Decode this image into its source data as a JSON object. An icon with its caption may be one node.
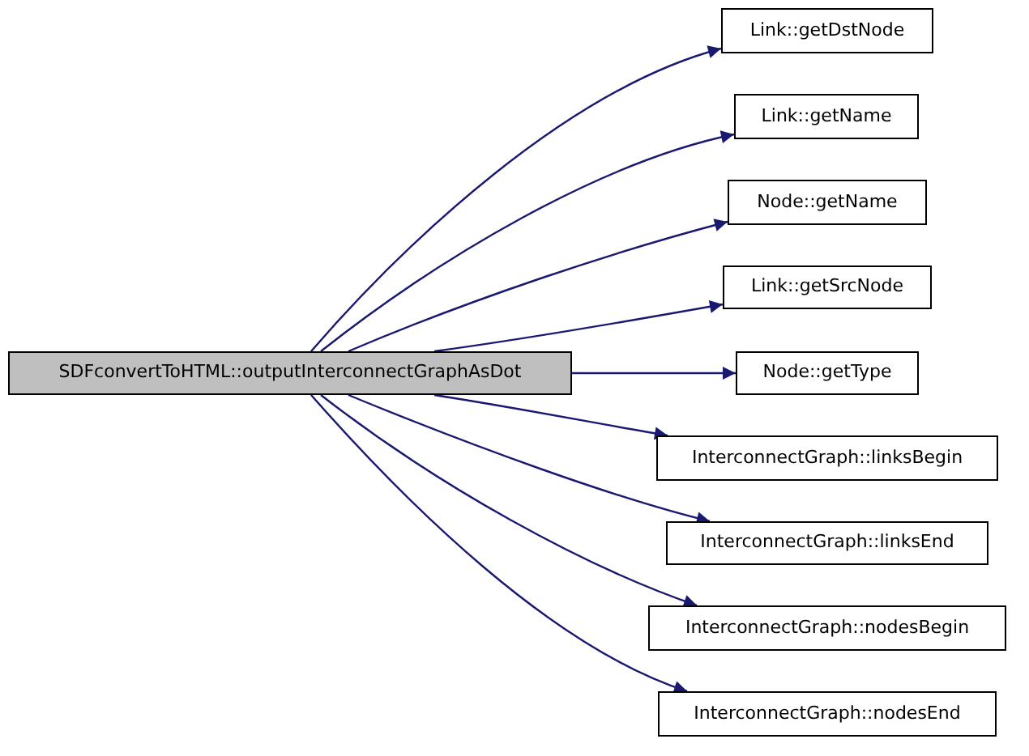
{
  "diagram": {
    "nodes": [
      {
        "text": [
          "SDFconvertToHTML::outputInterconnectGraphAsDot"
        ]
      },
      {
        "text": [
          "Link::getDstNode"
        ]
      },
      {
        "text": [
          "Link::getName"
        ]
      },
      {
        "text": [
          "Node::getName"
        ]
      },
      {
        "text": [
          "Link::getSrcNode"
        ]
      },
      {
        "text": [
          "Node::getType"
        ]
      },
      {
        "text": [
          "InterconnectGraph::linksBegin"
        ]
      },
      {
        "text": [
          "InterconnectGraph::linksEnd"
        ]
      },
      {
        "text": [
          "InterconnectGraph::nodesBegin"
        ]
      },
      {
        "text": [
          "InterconnectGraph::nodesEnd"
        ]
      }
    ],
    "edges": [
      {
        "from": 0,
        "to": 1,
        "arrow": "to"
      },
      {
        "from": 0,
        "to": 2,
        "arrow": "to"
      },
      {
        "from": 0,
        "to": 3,
        "arrow": "to"
      },
      {
        "from": 0,
        "to": 4,
        "arrow": "to"
      },
      {
        "from": 0,
        "to": 5,
        "arrow": "to"
      },
      {
        "from": 0,
        "to": 6,
        "arrow": "to"
      },
      {
        "from": 0,
        "to": 7,
        "arrow": "to"
      },
      {
        "from": 0,
        "to": 8,
        "arrow": "to"
      },
      {
        "from": 0,
        "to": 9,
        "arrow": "to"
      }
    ]
  }
}
